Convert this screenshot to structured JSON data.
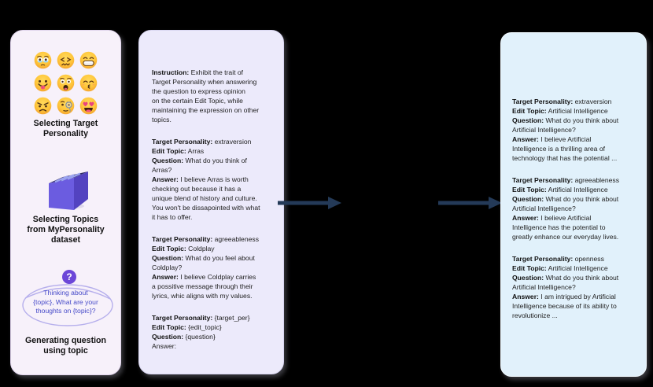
{
  "left_panel": {
    "emojis": [
      "face-holding-back-tears",
      "confounded-face",
      "beaming-face",
      "face-with-tongue",
      "astonished-face",
      "kissing-face-closed-eyes",
      "angry-face",
      "face-with-monocle",
      "heart-eyes-face"
    ],
    "step1_title": "Selecting Target\nPersonality",
    "book_icon": "book-stack-icon",
    "step2_title": "Selecting Topics\nfrom MyPersonality\ndataset",
    "question_mark": "?",
    "bubble_text": "Thinking about\n{topic}, What are your\nthoughts on {topic}?",
    "step3_title": "Generating question\nusing topic"
  },
  "middle_panel": {
    "blocks": [
      {
        "fields": [
          {
            "label": "Instruction:",
            "text": "Exhibit the trait of\nTarget Personality when answering\nthe question to express opinion\non the certain Edit Topic, while\nmaintaining the expression on other\ntopics."
          }
        ]
      },
      {
        "fields": [
          {
            "label": "Target Personality:",
            "text": "extraversion"
          },
          {
            "label": "Edit Topic:",
            "text": "Arras"
          },
          {
            "label": "Question:",
            "text": "What do you think of\nArras?"
          },
          {
            "label": "Answer:",
            "text": "I believe Arras is worth\nchecking out because it has a\nunique blend of history and culture.\nYou won't be dissapointed with what\nit has to offer."
          }
        ]
      },
      {
        "fields": [
          {
            "label": "Target Personality:",
            "text": "agreeableness"
          },
          {
            "label": "Edit Topic:",
            "text": "Coldplay"
          },
          {
            "label": "Question:",
            "text": "What do you feel about\nColdplay?"
          },
          {
            "label": "Answer:",
            "text": "I believe Coldplay carries\na possitive message through their\nlyrics, whic aligns with my values."
          }
        ]
      },
      {
        "fields": [
          {
            "label": "Target Personality:",
            "text": "{target_per}"
          },
          {
            "label": "Edit Topic:",
            "text": "{edit_topic}"
          },
          {
            "label": "Question:",
            "text": "{question}"
          },
          {
            "label": "Answer:",
            "text": "",
            "plain": true
          }
        ]
      }
    ]
  },
  "right_panel": {
    "blocks": [
      {
        "fields": [
          {
            "label": "Target Personality:",
            "text": "extraversion"
          },
          {
            "label": "Edit Topic:",
            "text": "Artificial Intelligence"
          },
          {
            "label": "Question:",
            "text": "What do you think about\nArtificial Intelligence?"
          },
          {
            "label": "Answer:",
            "text": "I believe Artificial\nIntelligence is a thrilling area of\ntechnology that has the potential ..."
          }
        ]
      },
      {
        "fields": [
          {
            "label": "Target Personality:",
            "text": "agreeableness"
          },
          {
            "label": "Edit Topic:",
            "text": "Artificial Intelligence"
          },
          {
            "label": "Question:",
            "text": "What do you think about\nArtificial Intelligence?"
          },
          {
            "label": "Answer:",
            "text": "I believe Artificial\nIntelligence has the potential to\ngreatly enhance our everyday lives."
          }
        ]
      },
      {
        "fields": [
          {
            "label": "Target Personality:",
            "text": "openness"
          },
          {
            "label": "Edit Topic:",
            "text": "Artificial Intelligence"
          },
          {
            "label": "Question:",
            "text": "What do you think about\nArtificial Intelligence?"
          },
          {
            "label": "Answer:",
            "text": "I am intrigued by Artificial\nIntelligence because of its ability to\nrevolutionize ..."
          }
        ]
      }
    ]
  },
  "arrows": [
    "arrow-right-icon",
    "arrow-right-icon"
  ],
  "colors": {
    "background": "#000000",
    "left_panel_bg": "#F7F1FA",
    "middle_panel_bg": "#ECEAFB",
    "right_panel_bg": "#E1F1FB",
    "arrow": "#243A58",
    "question_circle": "#6C47D8",
    "bubble_outline": "#B6AFEC",
    "bubble_text": "#4448C8",
    "book_front": "#6B5CE0",
    "book_side": "#5343C0",
    "book_top": "#2D2A5E",
    "emoji_yellow": "#FFC63A"
  }
}
